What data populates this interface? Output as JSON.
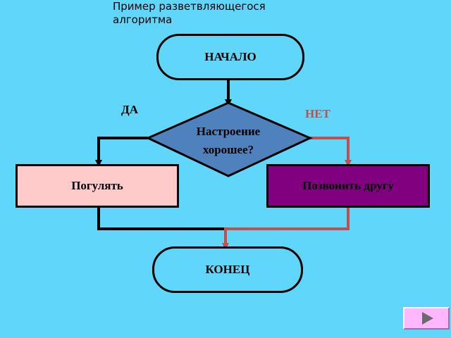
{
  "caption": "Пример разветвляющегося алгоритма",
  "start": "НАЧАЛО",
  "decision": [
    "Настроение",
    "хорошее?"
  ],
  "yes": "ДА",
  "no": "НЕТ",
  "yes_action": "Погулять",
  "no_action": "Позвонить другу",
  "end": "КОНЕЦ",
  "colors": {
    "background": "#5fd6fa",
    "decision_fill": "#4f81bd",
    "yes_box": "#ffcaca",
    "no_box": "#800080",
    "no_path": "#c0504d",
    "nav_button": "#ffb8ff"
  },
  "nav": {
    "icon": "next-slide-triangle"
  }
}
